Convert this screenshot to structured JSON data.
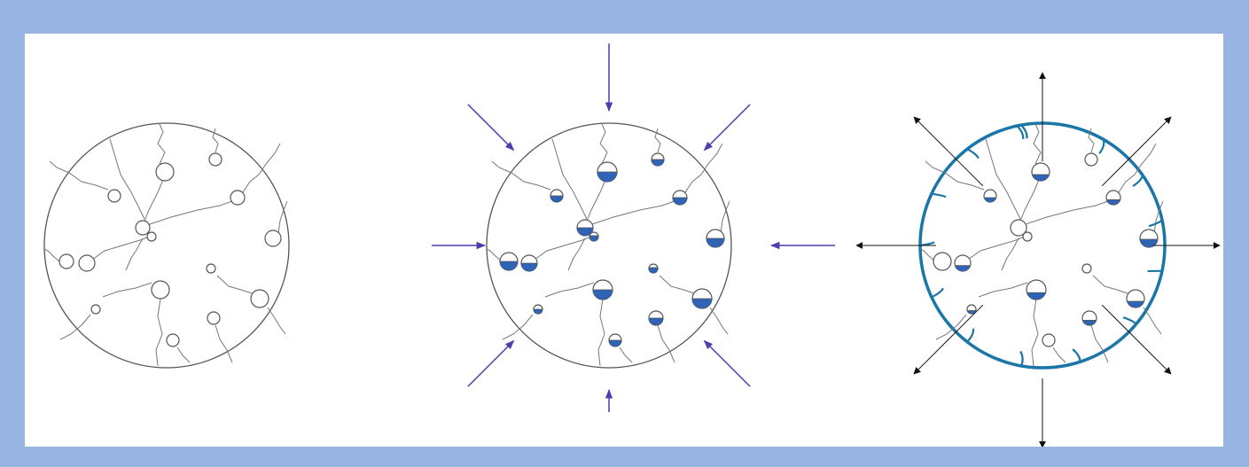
{
  "colors": {
    "frame": "#98b4e0",
    "panel": "#ffffff",
    "outline": "#555555",
    "crack": "#777777",
    "water_fill": "#2e63b5",
    "inward_arrow": "#4b3fb0",
    "outward_arrow": "#111111",
    "frozen_ring": "#1b76a8"
  },
  "panels": [
    {
      "name": "dry-sample",
      "pores": [
        {
          "r": 10,
          "water": 0
        },
        {
          "r": 7,
          "water": 0
        },
        {
          "r": 7,
          "water": 0
        },
        {
          "r": 8,
          "water": 0
        },
        {
          "r": 8,
          "water": 0
        },
        {
          "r": 5,
          "water": 0
        },
        {
          "r": 9,
          "water": 0
        },
        {
          "r": 9,
          "water": 0
        },
        {
          "r": 8,
          "water": 0
        },
        {
          "r": 5,
          "water": 0
        },
        {
          "r": 10,
          "water": 0
        },
        {
          "r": 10,
          "water": 0
        },
        {
          "r": 5,
          "water": 0
        },
        {
          "r": 7,
          "water": 0
        },
        {
          "r": 7,
          "water": 0
        }
      ]
    },
    {
      "name": "saturated-sample-under-pressure",
      "pores": [
        {
          "r": 11,
          "water": 0.5
        },
        {
          "r": 7,
          "water": 0.5
        },
        {
          "r": 7,
          "water": 0.5
        },
        {
          "r": 8,
          "water": 0.5
        },
        {
          "r": 9,
          "water": 0.5
        },
        {
          "r": 5,
          "water": 0.6
        },
        {
          "r": 10,
          "water": 0.5
        },
        {
          "r": 9,
          "water": 0.5
        },
        {
          "r": 10,
          "water": 0.5
        },
        {
          "r": 5,
          "water": 0.6
        },
        {
          "r": 11,
          "water": 0.5
        },
        {
          "r": 11,
          "water": 0.5
        },
        {
          "r": 5,
          "water": 0.5
        },
        {
          "r": 8,
          "water": 0.5
        },
        {
          "r": 7,
          "water": 0.5
        }
      ],
      "arrow_direction": "inward"
    },
    {
      "name": "frozen-sample-expanding",
      "pores": [
        {
          "r": 10,
          "water": 0.35
        },
        {
          "r": 7,
          "water": 0
        },
        {
          "r": 7,
          "water": 0.35
        },
        {
          "r": 8,
          "water": 0.35
        },
        {
          "r": 9,
          "water": 0
        },
        {
          "r": 5,
          "water": 0
        },
        {
          "r": 10,
          "water": 0.45
        },
        {
          "r": 9,
          "water": 0.35
        },
        {
          "r": 10,
          "water": 0
        },
        {
          "r": 5,
          "water": 0
        },
        {
          "r": 11,
          "water": 0.35
        },
        {
          "r": 10,
          "water": 0.35
        },
        {
          "r": 5,
          "water": 0.35
        },
        {
          "r": 8,
          "water": 0.35
        },
        {
          "r": 7,
          "water": 0
        }
      ],
      "arrow_direction": "outward"
    }
  ]
}
